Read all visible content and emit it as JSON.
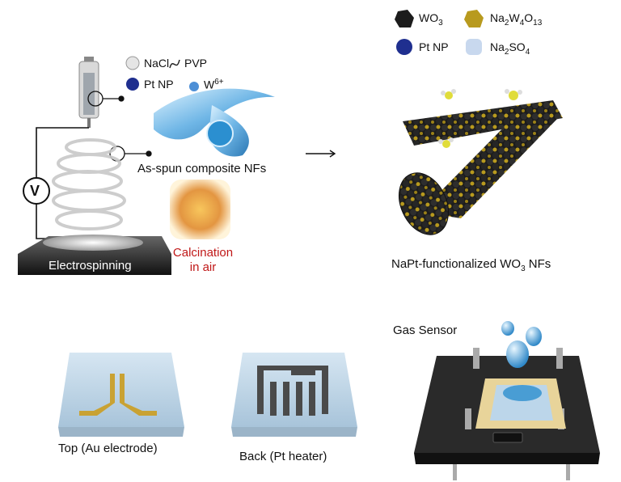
{
  "legend_top": {
    "nacl": "NaCl",
    "pvp": "PVP",
    "pt_np": "Pt NP",
    "w6": "W",
    "w6_sup": "6+"
  },
  "legend_right": {
    "wo3_main": "WO",
    "wo3_sub": "3",
    "na2w4o13": [
      "Na",
      "2",
      "W",
      "4",
      "O",
      "13"
    ],
    "pt_np": "Pt NP",
    "na2so4": [
      "Na",
      "2",
      "SO",
      "4"
    ]
  },
  "labels": {
    "voltage": "V",
    "electrospinning": "Electrospinning",
    "as_spun": "As-spun composite NFs",
    "calcination_1": "Calcination",
    "calcination_2": "in air",
    "product_a": "NaPt-functionalized WO",
    "product_sub": "3",
    "product_b": " NFs",
    "gas_sensor": "Gas Sensor",
    "top": "Top (Au electrode)",
    "back": "Back (Pt heater)"
  },
  "colors": {
    "wo3": "#1c1c1c",
    "na2w4o13": "#b89a1e",
    "pt_np": "#1f2f8f",
    "na2so4": "#c8d8ee",
    "calcination_text": "#c01818",
    "substrate": "#c9dcea",
    "au_electrode": "#c9a233",
    "pt_heater": "#4a4a4a"
  }
}
